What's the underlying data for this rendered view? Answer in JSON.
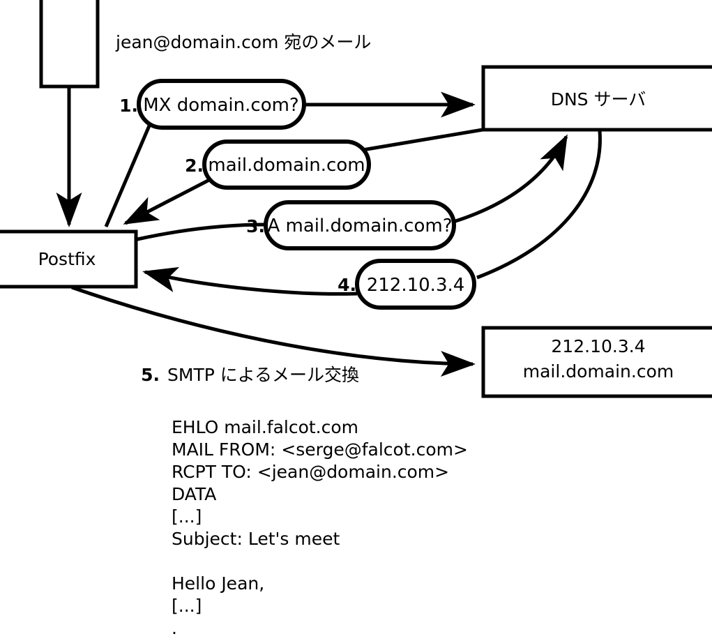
{
  "diagram": {
    "title_caption": "jean@domain.com 宛のメール",
    "nodes": {
      "client_box": "",
      "postfix": "Postfix",
      "dns_server": "DNS サーバ",
      "mail_server_line1": "212.10.3.4",
      "mail_server_line2": "mail.domain.com"
    },
    "steps": [
      {
        "number": "1.",
        "label": "MX domain.com?"
      },
      {
        "number": "2.",
        "label": "mail.domain.com"
      },
      {
        "number": "3.",
        "label": "A mail.domain.com?"
      },
      {
        "number": "4.",
        "label": "212.10.3.4"
      }
    ],
    "step5": {
      "number": "5.",
      "label": "SMTP によるメール交換"
    },
    "smtp_transcript": [
      "EHLO mail.falcot.com",
      "MAIL FROM: <serge@falcot.com>",
      "RCPT TO: <jean@domain.com>",
      "DATA",
      "[...]",
      "Subject: Let's meet",
      "",
      "Hello Jean,",
      "[...]",
      "."
    ],
    "colors": {
      "stroke": "#000000",
      "fill": "#ffffff",
      "text": "#000000"
    }
  }
}
